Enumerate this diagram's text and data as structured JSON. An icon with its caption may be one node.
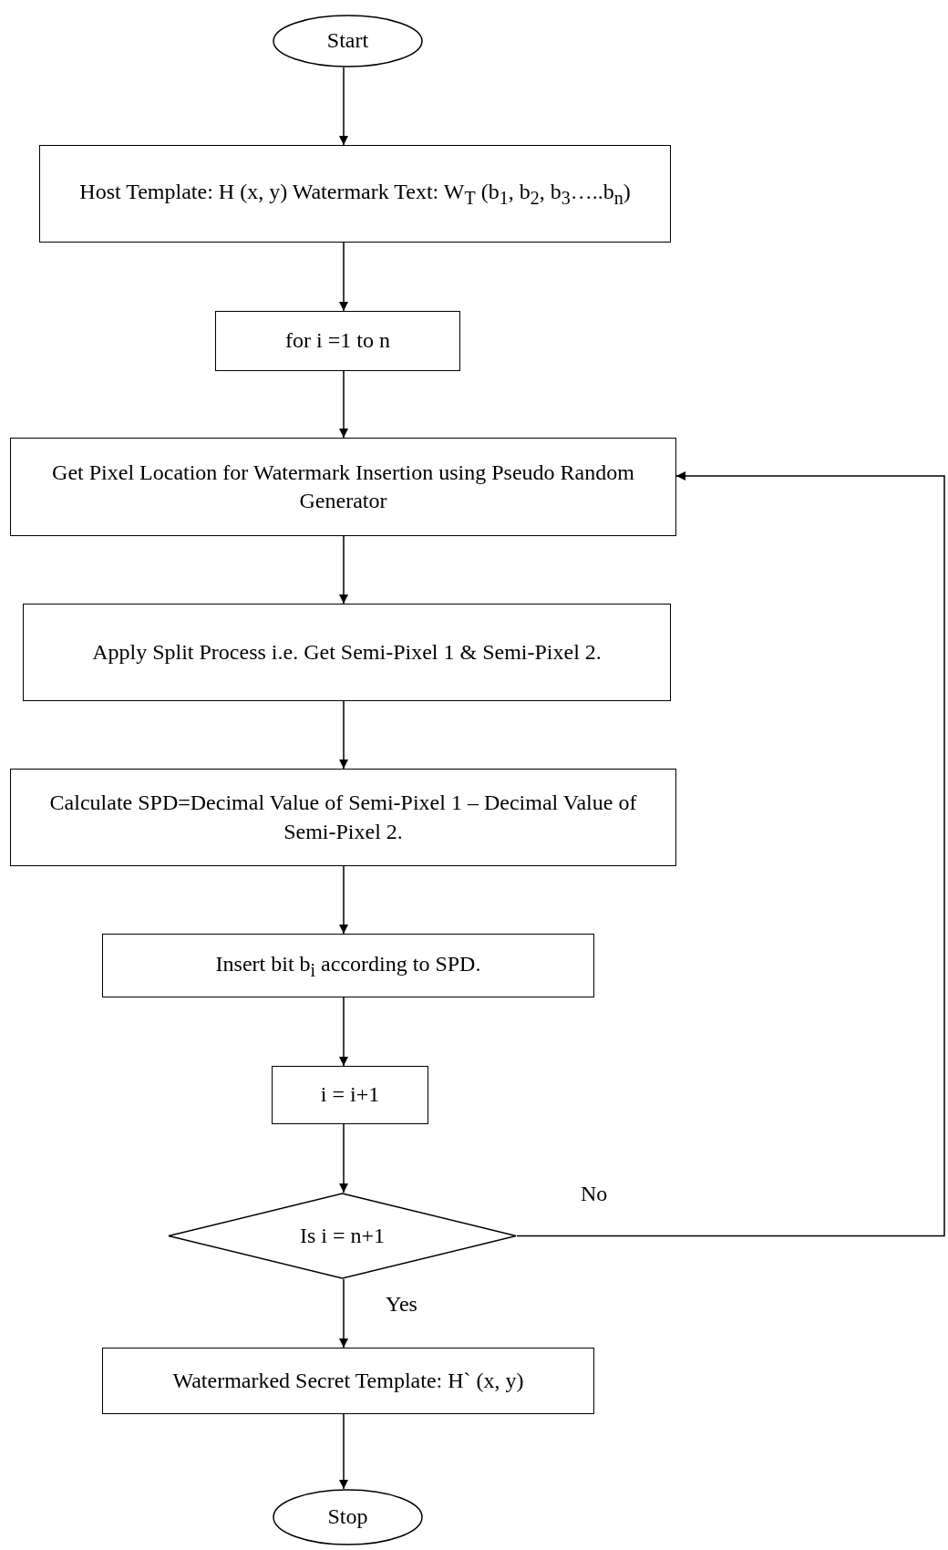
{
  "diagram": {
    "nodes": [
      {
        "text": [
          "Start"
        ]
      },
      {
        "text": [
          "Host Template: H (x, y) Watermark Text: W$_{T}$ (b$_{1}$, b$_{2}$, b$_{3}$…..b$_{n}$)"
        ]
      },
      {
        "text": [
          "for i =1 to n"
        ]
      },
      {
        "text": [
          "Get Pixel Location for Watermark Insertion using Pseudo Random Generator"
        ]
      },
      {
        "text": [
          "Apply Split Process i.e. Get Semi-Pixel 1 & Semi-Pixel 2."
        ]
      },
      {
        "text": [
          "Calculate SPD=Decimal Value of Semi-Pixel 1 – Decimal Value of Semi-Pixel 2."
        ]
      },
      {
        "text": [
          "Insert bit b$_{i}$ according to SPD."
        ]
      },
      {
        "text": [
          "i = i+1"
        ]
      },
      {
        "text": [
          "Is i = n+1"
        ]
      },
      {
        "text": [
          "Watermarked Secret Template: H` (x, y)"
        ]
      },
      {
        "text": [
          "Stop"
        ]
      }
    ],
    "edges": [
      {
        "from": 0,
        "to": 1,
        "arrow": "to"
      },
      {
        "from": 1,
        "to": 2,
        "arrow": "to"
      },
      {
        "from": 2,
        "to": 3,
        "arrow": "to"
      },
      {
        "from": 3,
        "to": 4,
        "arrow": "to"
      },
      {
        "from": 4,
        "to": 5,
        "arrow": "to"
      },
      {
        "from": 5,
        "to": 6,
        "arrow": "to"
      },
      {
        "from": 6,
        "to": 7,
        "arrow": "to"
      },
      {
        "from": 7,
        "to": 8,
        "arrow": "to"
      },
      {
        "from": 8,
        "to": 9,
        "arrow": "to",
        "label": "Yes"
      },
      {
        "from": 8,
        "to": 3,
        "arrow": "to",
        "label": "No"
      },
      {
        "from": 9,
        "to": 10,
        "arrow": "to"
      }
    ]
  }
}
